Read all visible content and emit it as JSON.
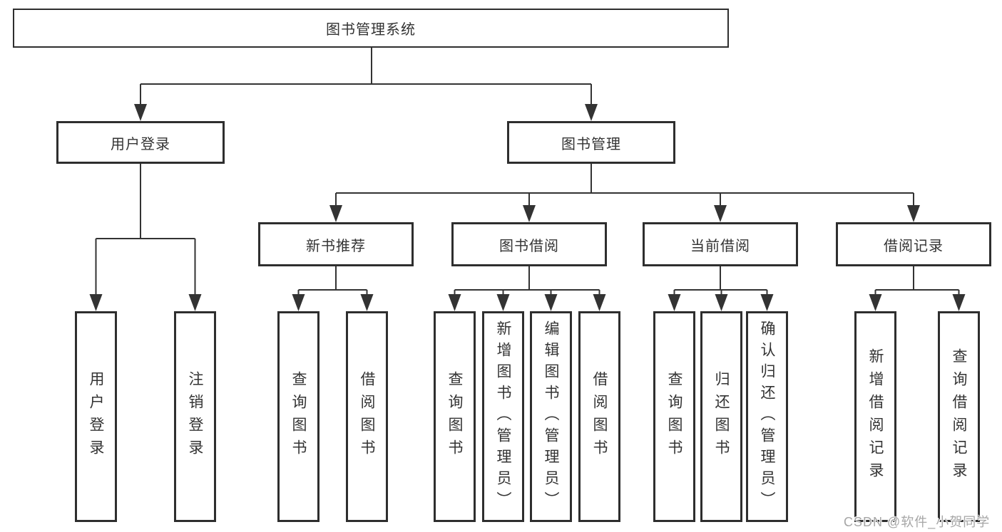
{
  "diagram": {
    "title": "图书管理系统",
    "level2": [
      {
        "label": "用户登录"
      },
      {
        "label": "图书管理"
      }
    ],
    "level3": [
      {
        "label": "新书推荐"
      },
      {
        "label": "图书借阅"
      },
      {
        "label": "当前借阅"
      },
      {
        "label": "借阅记录"
      }
    ],
    "leaves": [
      {
        "label": "用户登录"
      },
      {
        "label": "注销登录"
      },
      {
        "label": "查询图书"
      },
      {
        "label": "借阅图书"
      },
      {
        "label": "查询图书"
      },
      {
        "label": "新增图书（管理员）"
      },
      {
        "label": "编辑图书（管理员）"
      },
      {
        "label": "借阅图书"
      },
      {
        "label": "查询图书"
      },
      {
        "label": "归还图书"
      },
      {
        "label": "确认归还（管理员）"
      },
      {
        "label": "新增借阅记录"
      },
      {
        "label": "查询借阅记录"
      }
    ],
    "colors": {
      "line": "#333333",
      "box_border": "#2e2e2e",
      "text": "#333333",
      "background": "#ffffff",
      "watermark": "#a6a6a6"
    }
  },
  "watermark": {
    "text": "CSDN @软件_小贺同学"
  }
}
